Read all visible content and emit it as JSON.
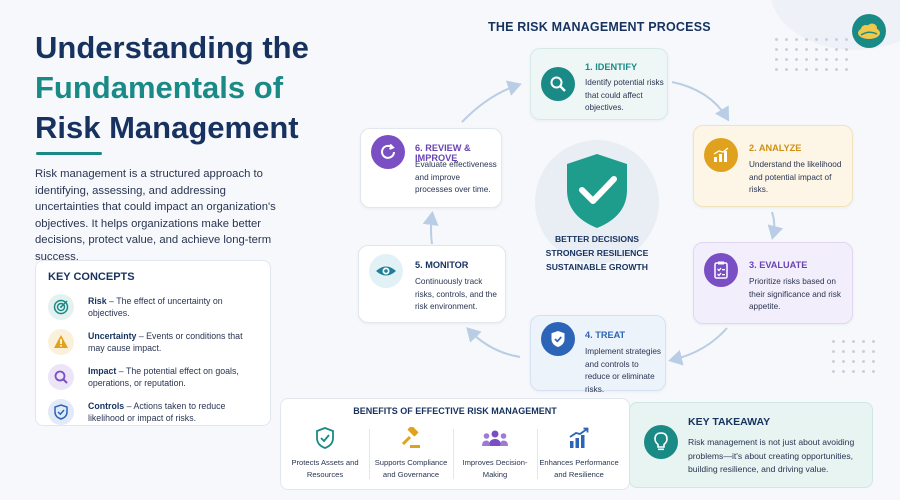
{
  "title": {
    "line1": "Understanding the",
    "line2": "Fundamentals of",
    "line3": "Risk Management"
  },
  "intro": "Risk management is a structured approach to identifying, assessing, and addressing uncertainties that could impact an organization's objectives. It helps organizations make better decisions, protect value, and achieve long-term success.",
  "key_concepts": {
    "title": "KEY CONCEPTS",
    "items": [
      {
        "term": "Risk",
        "desc": " – The effect of uncertainty on objectives.",
        "icon": "target-icon"
      },
      {
        "term": "Uncertainty",
        "desc": " – Events or conditions that may cause impact.",
        "icon": "warning-icon"
      },
      {
        "term": "Impact",
        "desc": " – The potential effect on goals, operations, or reputation.",
        "icon": "search-icon"
      },
      {
        "term": "Controls",
        "desc": " – Actions taken to reduce likelihood or impact of risks.",
        "icon": "shield-icon"
      }
    ]
  },
  "process": {
    "title": "THE RISK MANAGEMENT PROCESS",
    "steps": [
      {
        "title": "1. IDENTIFY",
        "desc": "Identify potential risks that could affect objectives.",
        "color": "#1a8a86"
      },
      {
        "title": "2. ANALYZE",
        "desc": "Understand the likelihood and potential impact of risks.",
        "color": "#e0a21e"
      },
      {
        "title": "3. EVALUATE",
        "desc": "Prioritize risks based on their significance and risk appetite.",
        "color": "#7a4fc4"
      },
      {
        "title": "4. TREAT",
        "desc": "Implement strategies and controls to reduce or eliminate risks.",
        "color": "#2c64b8"
      },
      {
        "title": "5. MONITOR",
        "desc": "Continuously track risks, controls, and the risk environment.",
        "color": "#1e7f99"
      },
      {
        "title": "6. REVIEW & IMPROVE",
        "desc": "Evaluate effectiveness and improve processes over time.",
        "color": "#7a4fc4"
      }
    ],
    "center": [
      "BETTER DECISIONS",
      "STRONGER RESILIENCE",
      "SUSTAINABLE GROWTH"
    ]
  },
  "benefits": {
    "title": "BENEFITS OF EFFECTIVE RISK MANAGEMENT",
    "items": [
      {
        "label": "Protects Assets and Resources",
        "icon": "shield-check-icon"
      },
      {
        "label": "Supports Compliance and Governance",
        "icon": "gavel-icon"
      },
      {
        "label": "Improves Decision-Making",
        "icon": "team-icon"
      },
      {
        "label": "Enhances Performance and Resilience",
        "icon": "growth-chart-icon"
      }
    ]
  },
  "takeaway": {
    "title": "KEY TAKEAWAY",
    "text": "Risk management is not just about avoiding problems—it's about creating opportunities, building resilience, and driving value."
  },
  "colors": {
    "navy": "#17325f",
    "teal": "#1a8a86",
    "amber": "#e0a21e",
    "purple": "#7a4fc4",
    "blue": "#2c64b8"
  }
}
